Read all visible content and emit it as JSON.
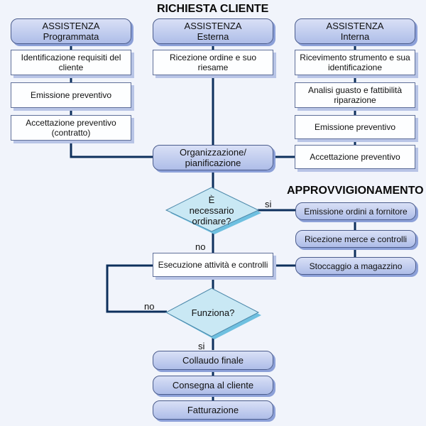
{
  "titles": {
    "richiesta": "RICHIESTA CLIENTE",
    "approvvigionamento": "APPROVVIGIONAMENTO"
  },
  "columns": {
    "programmata": {
      "header_line1": "ASSISTENZA",
      "header_line2": "Programmata",
      "steps": [
        "Identificazione requisiti del cliente",
        "Emissione preventivo",
        "Accettazione preventivo (contratto)"
      ]
    },
    "esterna": {
      "header_line1": "ASSISTENZA",
      "header_line2": "Esterna",
      "steps": [
        "Ricezione ordine e suo riesame"
      ]
    },
    "interna": {
      "header_line1": "ASSISTENZA",
      "header_line2": "Interna",
      "steps": [
        "Ricevimento strumento e sua identificazione",
        "Analisi guasto e fattibilità riparazione",
        "Emissione preventivo",
        "Accettazione preventivo"
      ]
    }
  },
  "center": {
    "organizzazione": "Organizzazione/ pianificazione",
    "decision_ordinare": "È necessario ordinare?",
    "esecuzione": "Esecuzione attività e controlli",
    "decision_funziona": "Funziona?",
    "final_steps": [
      "Collaudo finale",
      "Consegna al cliente",
      "Fatturazione"
    ]
  },
  "procurement": {
    "steps": [
      "Emissione ordini a fornitore",
      "Ricezione merce e controlli",
      "Stoccaggio a magazzino"
    ]
  },
  "labels": {
    "si_ordinare": "si",
    "no_ordinare": "no",
    "no_funziona": "no",
    "si_funziona": "si"
  },
  "colors": {
    "connector": "#0d2f5c",
    "pill_fill": "#b9c6ec",
    "diamond_fill": "#c9e8f4",
    "background": "#f1f4fb"
  }
}
